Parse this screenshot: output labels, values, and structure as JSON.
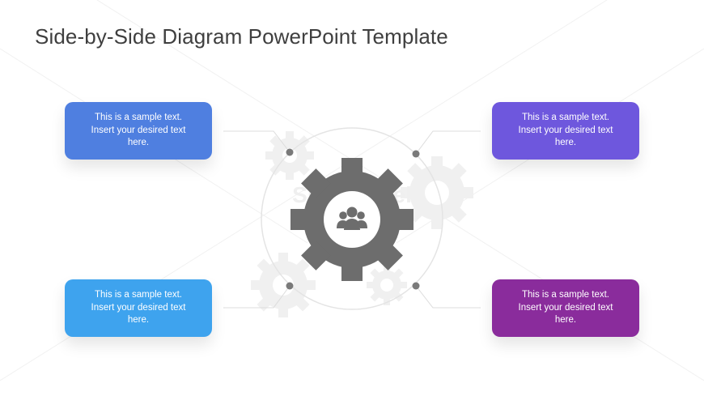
{
  "title": "Side-by-Side Diagram PowerPoint Template",
  "cards": [
    {
      "id": "top-left",
      "line1": "This is a sample text.",
      "line2": "Insert your desired text",
      "line3": "here.",
      "color": "#4f7fe0"
    },
    {
      "id": "top-right",
      "line1": "This is a sample text.",
      "line2": "Insert your desired text",
      "line3": "here.",
      "color": "#6e57dd"
    },
    {
      "id": "bottom-left",
      "line1": "This is a sample text.",
      "line2": "Insert your desired text",
      "line3": "here.",
      "color": "#3ea3ee"
    },
    {
      "id": "bottom-right",
      "line1": "This is a sample text.",
      "line2": "Insert your desired text",
      "line3": "here.",
      "color": "#8a2c9c"
    }
  ],
  "center": {
    "icon": "users-group-icon",
    "gear_color": "#6d6d6d"
  },
  "watermark": "SlideModel"
}
